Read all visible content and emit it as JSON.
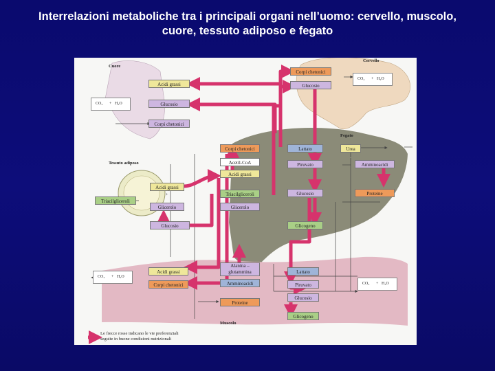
{
  "title": {
    "line1": "Interrelazioni metaboliche tra i principali organi nell’uomo: cervello, muscolo,",
    "line2": "cuore, tessuto adiposo e fegato"
  },
  "diagram": {
    "organs": {
      "heart": "Cuore",
      "brain": "Cervello",
      "liver": "Fegato",
      "adipose": "Tessuto adiposo",
      "muscle": "Muscolo"
    },
    "heart": {
      "fatty_acids": "Acidi grassi",
      "glucose": "Glucosio",
      "ketone_bodies": "Corpi chetonici"
    },
    "brain": {
      "ketone_bodies": "Corpi chetonici",
      "glucose": "Glucosio"
    },
    "liver": {
      "ketone_bodies": "Corpi chetonici",
      "acetyl_coa": "Acetil-CoA",
      "fatty_acids": "Acidi grassi",
      "triacylglycerols": "Triacilgliceroli",
      "glycerol": "Glicerolo",
      "lactate": "Lattato",
      "pyruvate": "Piruvato",
      "glucose": "Glucosio",
      "glycogen": "Glicogeno",
      "urea": "Urea",
      "amino_acids": "Amminoacidi",
      "proteins": "Proteine"
    },
    "adipose": {
      "fatty_acids": "Acidi grassi",
      "glycerol": "Glicerolo",
      "glucose": "Glucosio",
      "triacylglycerols": "Triacilgliceroli",
      "plus": "+"
    },
    "muscle": {
      "fatty_acids": "Acidi grassi",
      "ketone_bodies": "Corpi chetonici",
      "alanine_glutamine": "Alanina – glutammina",
      "amino_acids": "Amminoacidi",
      "proteins": "Proteine",
      "lactate": "Lattato",
      "pyruvate": "Piruvato",
      "glucose": "Glucosio",
      "glycogen": "Glicogeno"
    },
    "molecules": {
      "co2": "CO₂",
      "plus": "+",
      "h2o": "H₂O"
    },
    "legend": {
      "line1": "Le frecce rosse indicano le vie preferenziali",
      "line2": "seguite in buone condizioni nutrizionali"
    },
    "colors": {
      "arrow_red": "#d6336c",
      "heart_fill": "#eadbe6",
      "brain_fill": "#efd9bf",
      "liver_fill": "#8b8b78",
      "muscle_fill": "#e3b9c4",
      "adipose_fill": "#ecebc8"
    }
  }
}
